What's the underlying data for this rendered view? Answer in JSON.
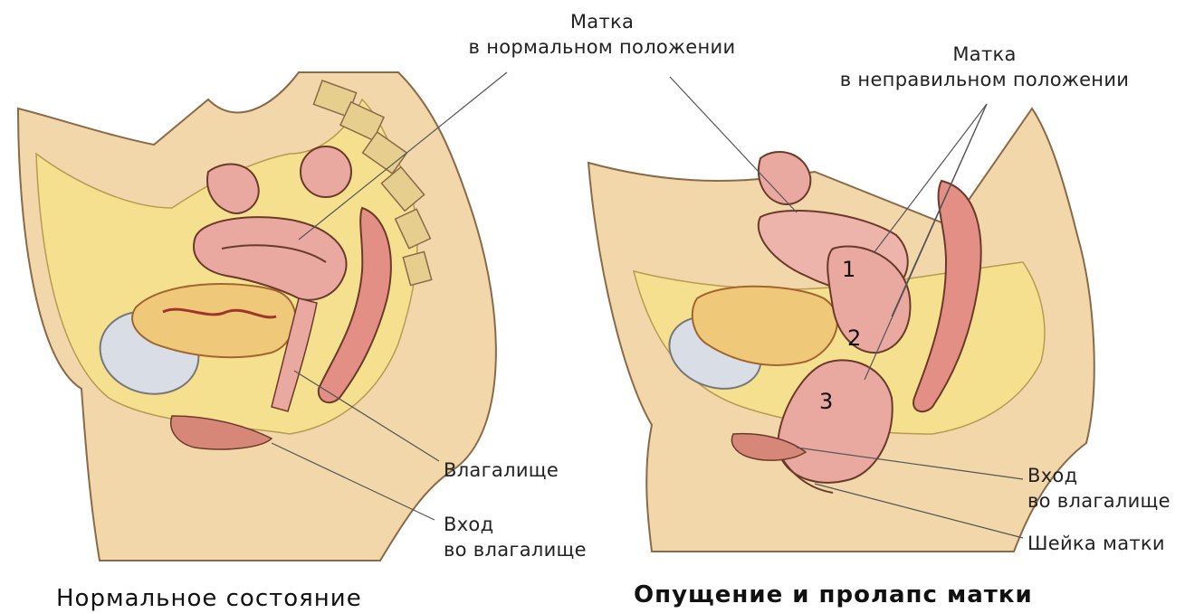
{
  "left_panel": {
    "caption": "Нормальное состояние",
    "labels": {
      "uterus_normal": [
        "Матка",
        "в нормальном положении"
      ],
      "vagina": "Влагалище",
      "vaginal_entrance": [
        "Вход",
        "во влагалище"
      ]
    }
  },
  "right_panel": {
    "caption": "Опущение и пролапс матки",
    "labels": {
      "uterus_abnormal": [
        "Матка",
        "в неправильном положении"
      ],
      "vaginal_entrance": [
        "Вход",
        "во влагалище"
      ],
      "cervix": "Шейка матки"
    },
    "stages": [
      "1",
      "2",
      "3"
    ]
  },
  "colors": {
    "skin": "#f1d7aa",
    "fat": "#f5e08f",
    "organ": "#e9a9a0",
    "organ_dark": "#b5514c",
    "bladder": "#d9dde6",
    "bone": "#e6cf8e",
    "outline": "#6b3a2a"
  }
}
